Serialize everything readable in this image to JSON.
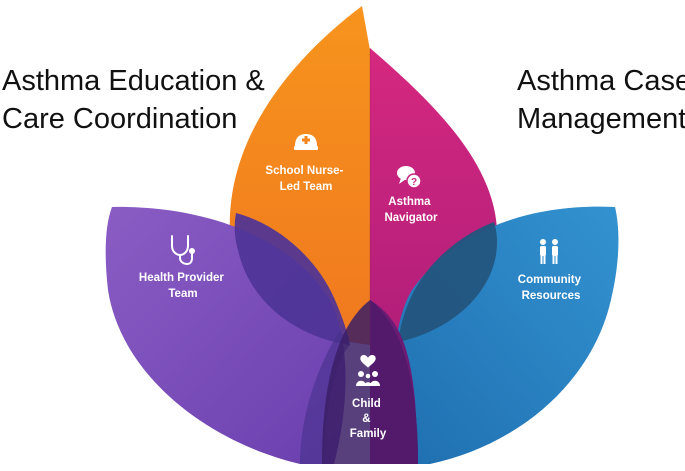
{
  "headings": {
    "left": [
      "Asthma Education &",
      "Care Coordination"
    ],
    "right": [
      "Asthma Case",
      "Management"
    ]
  },
  "petals": {
    "school_nurse": {
      "lines": [
        "School Nurse-",
        "Led Team"
      ],
      "icon": "nurse-cap-icon",
      "color": "#F5861F"
    },
    "asthma_navigator": {
      "lines": [
        "Asthma",
        "Navigator"
      ],
      "icon": "chat-question-icon",
      "color": "#C8267F"
    },
    "health_provider": {
      "lines": [
        "Health Provider",
        "Team"
      ],
      "icon": "stethoscope-icon",
      "color": "#7B4FB7"
    },
    "community": {
      "lines": [
        "Community",
        "Resources"
      ],
      "icon": "people-icon",
      "color": "#2F86C6"
    },
    "child_family": {
      "lines": [
        "Child",
        "&",
        "Family"
      ],
      "icon": "heart-family-icon",
      "color": "#3B2466"
    }
  }
}
